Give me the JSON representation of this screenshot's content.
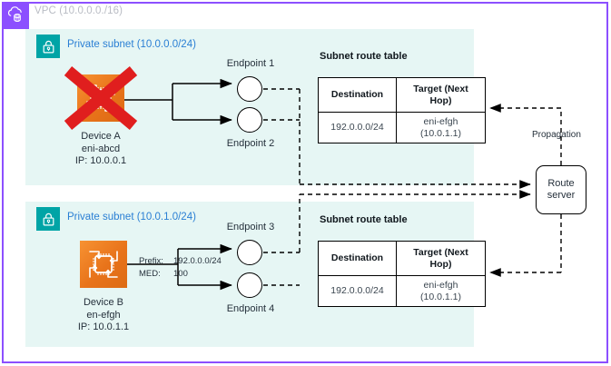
{
  "vpc": {
    "label": "VPC (10.0.0.0./16)",
    "icon": "vpc-cloud-icon",
    "border_color": "#8C4FFF"
  },
  "subnets": [
    {
      "label": "Private subnet (10.0.0.0/24)",
      "icon": "private-subnet-lock-icon",
      "accent_color": "#00A4A6",
      "fill_color": "#E6F6F4"
    },
    {
      "label": "Private subnet (10.0.1.0/24)",
      "icon": "private-subnet-lock-icon",
      "accent_color": "#00A4A6",
      "fill_color": "#E6F6F4"
    }
  ],
  "devices": [
    {
      "name": "Device A",
      "eni": "eni-abcd",
      "ip": "IP: 10.0.0.1",
      "icon": "appliance-icon",
      "disabled": true,
      "disabled_marker": "red-x-icon",
      "disabled_marker_color": "#E01E1E",
      "color": "#E8731A"
    },
    {
      "name": "Device B",
      "eni": "en-efgh",
      "ip": "IP: 10.0.1.1",
      "icon": "appliance-icon",
      "disabled": false,
      "color": "#E8731A"
    }
  ],
  "endpoints": [
    {
      "label": "Endpoint 1"
    },
    {
      "label": "Endpoint 2"
    },
    {
      "label": "Endpoint 3"
    },
    {
      "label": "Endpoint 4"
    }
  ],
  "advertisement": {
    "prefix_key": "Prefix:",
    "prefix_value": "192.0.0.0/24",
    "med_key": "MED:",
    "med_value": "100"
  },
  "route_tables": [
    {
      "title": "Subnet route table",
      "columns": [
        "Destination",
        "Target (Next Hop)"
      ],
      "column_parts": {
        "target_line1": "Target (Next",
        "target_line2": "Hop)"
      },
      "rows": [
        {
          "destination": "192.0.0.0/24",
          "target_line1": "eni-efgh",
          "target_line2": "(10.0.1.1)"
        }
      ]
    },
    {
      "title": "Subnet route table",
      "columns": [
        "Destination",
        "Target (Next Hop)"
      ],
      "column_parts": {
        "target_line1": "Target (Next",
        "target_line2": "Hop)"
      },
      "rows": [
        {
          "destination": "192.0.0.0/24",
          "target_line1": "eni-efgh",
          "target_line2": "(10.0.1.1)"
        }
      ]
    }
  ],
  "route_server": {
    "line1": "Route",
    "line2": "server"
  },
  "propagation": {
    "label": "Propagation"
  }
}
